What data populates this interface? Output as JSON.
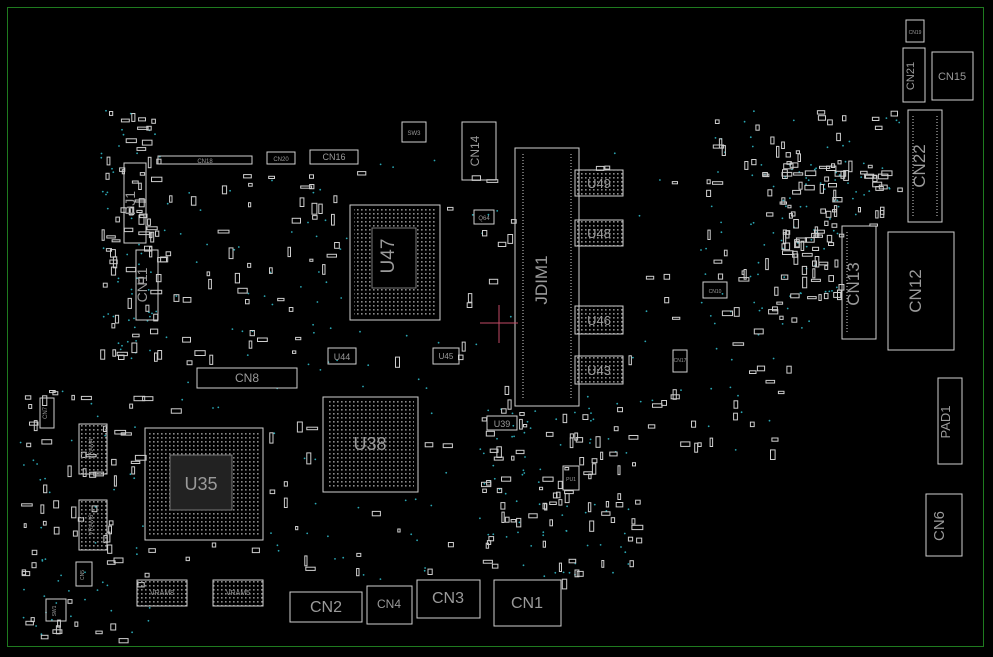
{
  "board": {
    "outline_color": "#1f7a1f",
    "silk_color": "#cfcfcf",
    "via_color": "#2aa6b3",
    "label_color": "#9a9a9a"
  },
  "components": {
    "CN15": "CN15",
    "CN19": "CN19",
    "CN21": "CN21",
    "CN22": "CN22",
    "CN13": "CN13",
    "CN12": "CN12",
    "PAD1": "PAD1",
    "CN6": "CN6",
    "CN14": "CN14",
    "SW3": "SW3",
    "CN16": "CN16",
    "CN20": "CN20",
    "CN18": "CN18",
    "PJ1": "PJ1",
    "CN11": "CN11",
    "U47": "U47",
    "JDIM1": "JDIM1",
    "U49": "U49",
    "U48": "U48",
    "U46": "U46",
    "U43": "U43",
    "U44": "U44",
    "U45": "U45",
    "CN8": "CN8",
    "U38": "U38",
    "U39": "U39",
    "U35": "U35",
    "CN7": "CN7",
    "VRAM4": "VRAM4",
    "VRAM6": "VRAM6",
    "VRAM8": "VRAM8",
    "VRAM5": "VRAM5",
    "CN2": "CN2",
    "CN4": "CN4",
    "CN3": "CN3",
    "CN1": "CN1",
    "SW1": "SW1",
    "CN5": "CN5",
    "Q64": "Q64",
    "CN10": "CN10",
    "CN17": "CN17",
    "PU1": "PU1"
  }
}
